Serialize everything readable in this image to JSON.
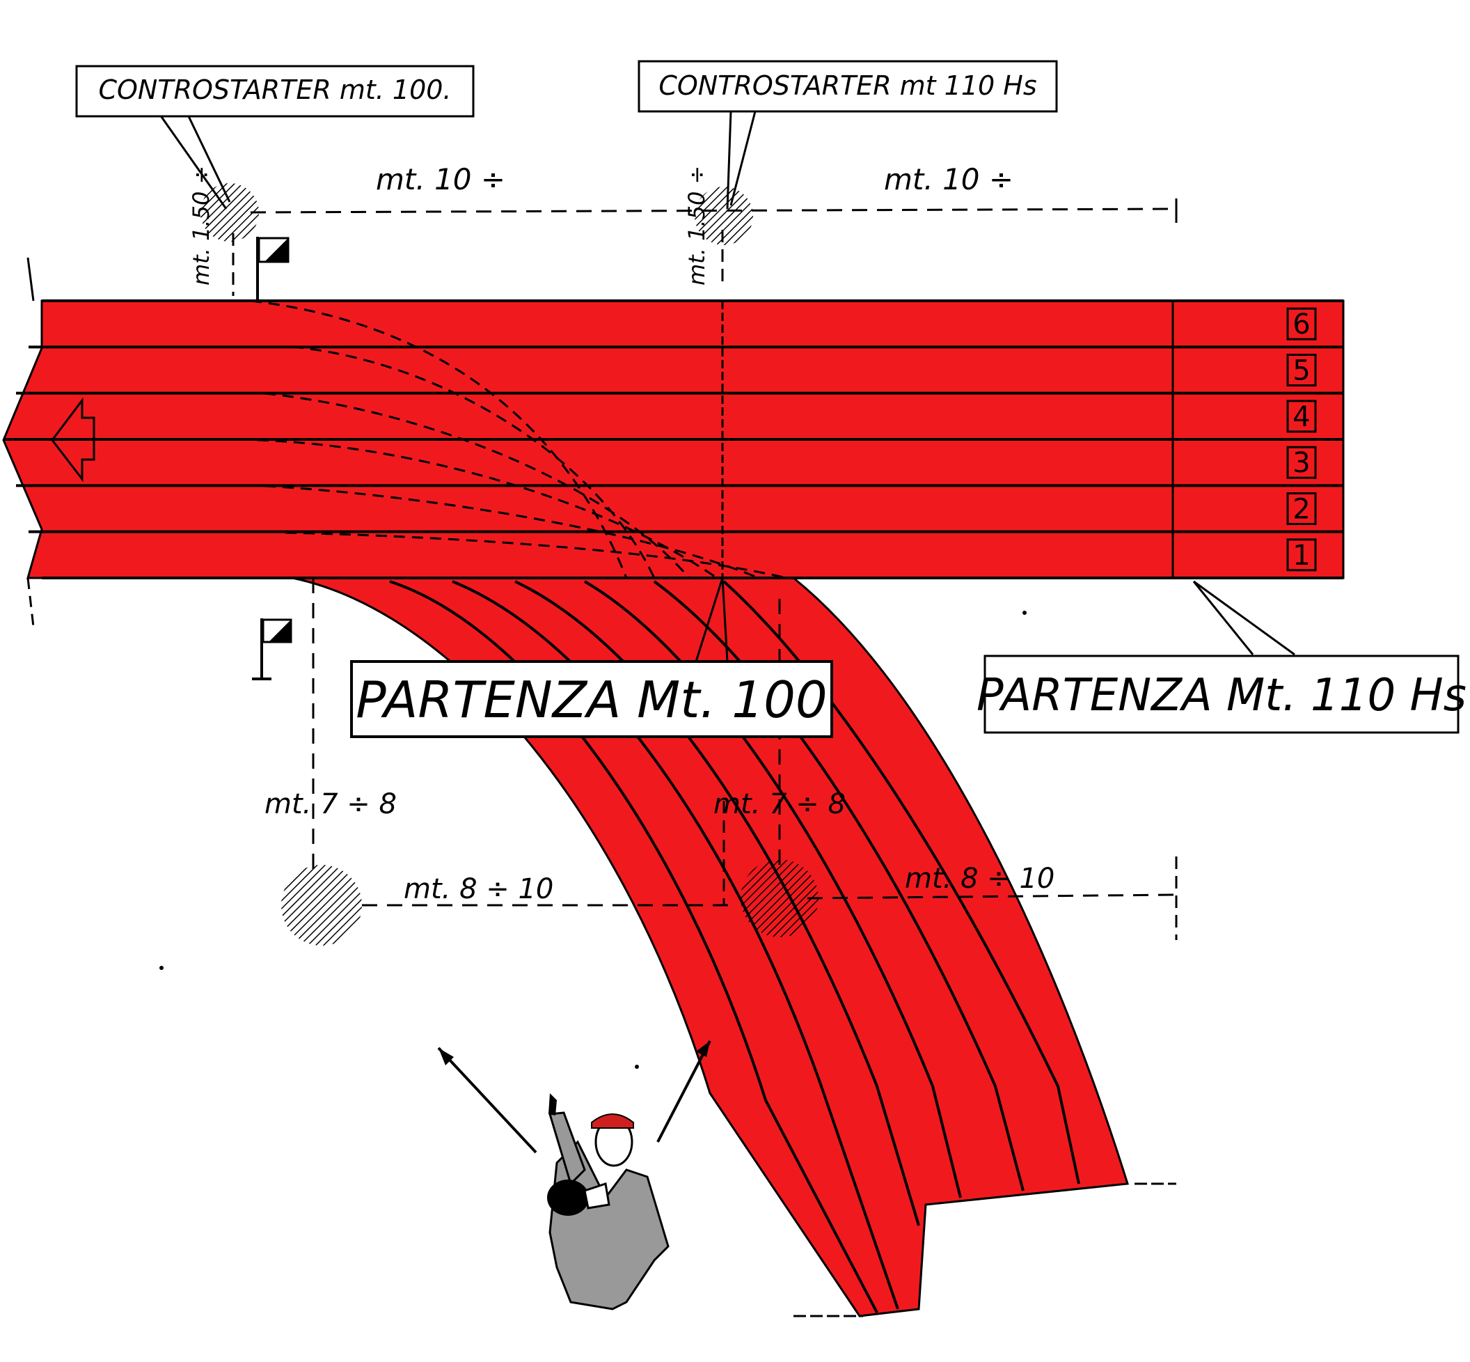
{
  "colors": {
    "track": "#f01a1e",
    "ink": "#000000",
    "starter_coat": "#999999",
    "starter_cap": "#d01f1f",
    "paper": "#ffffff"
  },
  "labels": {
    "controstarter_100": "CONTROSTARTER mt. 100.",
    "controstarter_110": "CONTROSTARTER mt 110 Hs",
    "partenza_100": "PARTENZA Mt. 100",
    "partenza_110": "PARTENZA Mt. 110 Hs"
  },
  "measures": {
    "top_left_dist": "mt. 10 ÷",
    "top_right_dist": "mt. 10 ÷",
    "offset_left": "mt. 1.50 ÷",
    "offset_right": "mt. 1.50 ÷",
    "vertical_left": "mt. 7 ÷ 8",
    "vertical_right": "mt. 7 ÷ 8",
    "bottom_left_dist": "mt. 8 ÷ 10",
    "bottom_right_dist": "mt. 8 ÷ 10"
  },
  "lanes": [
    "6",
    "5",
    "4",
    "3",
    "2",
    "1"
  ],
  "icons": {
    "flag": "flag-icon",
    "direction_arrow": "arrow-left-icon",
    "starter": "starter-person-icon",
    "position_marker": "hatched-circle-icon"
  }
}
